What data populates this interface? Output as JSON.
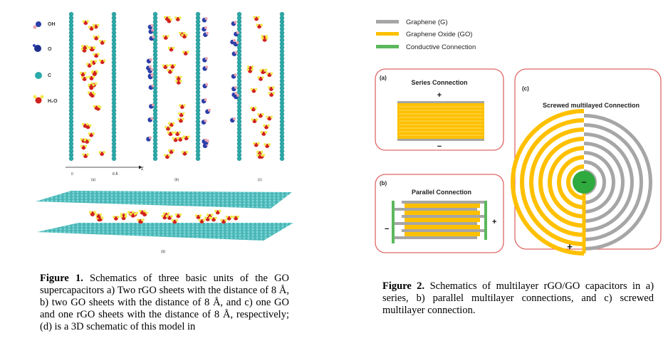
{
  "figure1": {
    "legend": [
      {
        "label": "OH",
        "icon": "hydroxyl-molecule-icon"
      },
      {
        "label": "O",
        "icon": "oxygen-molecule-icon"
      },
      {
        "label": "C",
        "icon": "carbon-atom-icon"
      },
      {
        "label": "H₂O",
        "icon": "water-molecule-icon"
      }
    ],
    "axis_start": "0",
    "axis_end": "8 Å",
    "axis_label": "Z",
    "panel_labels": [
      "(a)",
      "(b)",
      "(c)",
      "(d)"
    ],
    "caption_title": "Figure 1.",
    "caption_text": "Schematics of three basic units of the GO supercapacitors a) Two rGO sheets with the distance of 8 Å, b) two GO sheets with the distance of 8 Å, and c) one GO and one rGO sheets with the distance of 8 Å, respectively; (d) is a 3D schematic of this model in"
  },
  "figure2": {
    "legend": [
      {
        "label": "Graphene (G)",
        "color": "#a6a6a6"
      },
      {
        "label": "Graphene Oxide (GO)",
        "color": "#ffc000"
      },
      {
        "label": "Conductive Connection",
        "color": "#5cb85c"
      }
    ],
    "panel_a_label": "(a)",
    "panel_a_title": "Series Connection",
    "panel_b_label": "(b)",
    "panel_b_title": "Parallel Connection",
    "panel_c_label": "(c)",
    "panel_c_title": "Screwed multilayed Connection",
    "plus": "+",
    "minus": "−",
    "caption_title": "Figure 2.",
    "caption_text": "Schematics of multilayer rGO/GO capacitors in a) series, b) parallel multilayer connections, and c) screwed multilayer connection."
  },
  "colors": {
    "panel_border": "#e06666",
    "graphene": "#a6a6a6",
    "go": "#ffc000",
    "conductive": "#5cb85c",
    "carbon": "#2ca9a9"
  }
}
